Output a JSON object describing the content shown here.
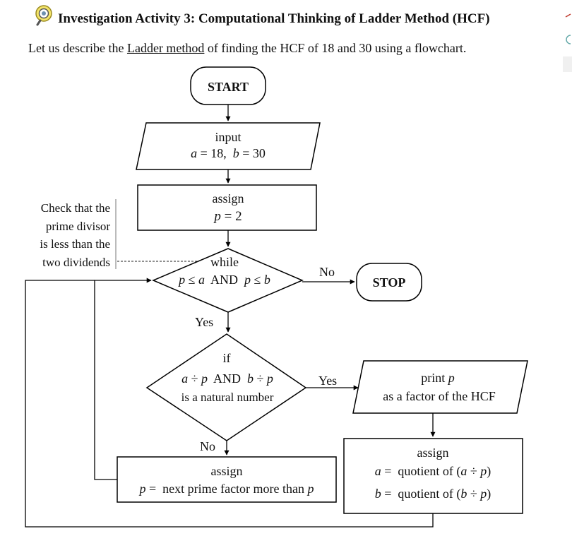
{
  "header": {
    "title": "Investigation Activity 3: Computational Thinking of Ladder Method (HCF)",
    "intro_before": "Let us describe the ",
    "intro_link": "Ladder method",
    "intro_after": " of finding the HCF of 18 and 30 using a flowchart."
  },
  "side_note": {
    "line1": "Check that the",
    "line2": "prime divisor",
    "line3": "is less than the",
    "line4": "two dividends"
  },
  "flowchart": {
    "start": "START",
    "stop": "STOP",
    "input": {
      "label": "input",
      "a": "a",
      "eq1": " = 18,  ",
      "b": "b",
      "eq2": " = 30"
    },
    "assign_p": {
      "label": "assign",
      "p": "p",
      "eq": " = 2"
    },
    "while": {
      "label": "while",
      "p1": "p",
      "le1": " ≤ ",
      "a": "a",
      "and": "  AND  ",
      "p2": "p",
      "le2": " ≤ ",
      "b": "b"
    },
    "if": {
      "label": "if",
      "a": "a",
      "div1": " ÷ ",
      "p1": "p",
      "and": "  AND  ",
      "b": "b",
      "div2": " ÷ ",
      "p2": "p",
      "line3": "is a natural number"
    },
    "print": {
      "label": "print ",
      "p": "p",
      "line2": "as a factor of the HCF"
    },
    "assign_quot": {
      "label": "assign",
      "a": "a",
      "eq_a": " =  quotient of (",
      "a2": "a",
      "div_a": " ÷ ",
      "p_a": "p",
      "close_a": ")",
      "b": "b",
      "eq_b": " =  quotient of (",
      "b2": "b",
      "div_b": " ÷ ",
      "p_b": "p",
      "close_b": ")"
    },
    "assign_next": {
      "label": "assign",
      "p": "p",
      "text": " =  next prime factor more than ",
      "p2": "p"
    },
    "yes1": "Yes",
    "yes2": "Yes",
    "no1": "No",
    "no2": "No"
  }
}
